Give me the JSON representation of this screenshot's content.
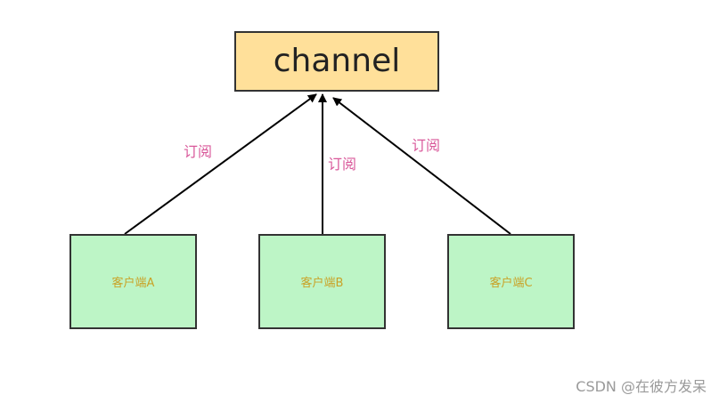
{
  "diagram": {
    "channel": {
      "label": "channel"
    },
    "clients": [
      {
        "label": "客户端A"
      },
      {
        "label": "客户端B"
      },
      {
        "label": "客户端C"
      }
    ],
    "edges": [
      {
        "from": "客户端A",
        "to": "channel",
        "label": "订阅"
      },
      {
        "from": "客户端B",
        "to": "channel",
        "label": "订阅"
      },
      {
        "from": "客户端C",
        "to": "channel",
        "label": "订阅"
      }
    ],
    "colors": {
      "channel_fill": "#ffe09a",
      "client_fill": "#bdf5c6",
      "client_text": "#c9a227",
      "edge_label_text": "#d9589a",
      "border": "#333333"
    }
  },
  "watermark": "CSDN @在彼方发呆"
}
